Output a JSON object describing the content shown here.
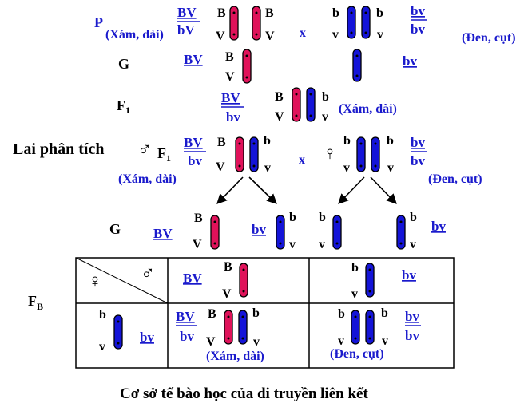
{
  "parents": {
    "label": "P",
    "female": {
      "genotype_top": "BV",
      "genotype_bottom": "bV",
      "phenotype": "(Xám, dài)",
      "alleles": [
        "B",
        "V",
        "B",
        "V"
      ]
    },
    "cross": "x",
    "male": {
      "genotype_top": "bv",
      "genotype_bottom": "bv",
      "phenotype": "(Đen, cụt)",
      "alleles": [
        "b",
        "v",
        "b",
        "v"
      ]
    }
  },
  "gametes_p": {
    "label": "G",
    "left": {
      "genotype": "BV",
      "alleles": [
        "B",
        "V"
      ]
    },
    "right": {
      "genotype": "bv"
    }
  },
  "f1": {
    "label": "F",
    "label_sub": "1",
    "genotype_top": "BV",
    "genotype_bottom": "bv",
    "phenotype": "(Xám, dài)",
    "alleles": [
      "B",
      "V",
      "b",
      "v"
    ]
  },
  "test_cross": {
    "title": "Lai phân tích",
    "male_symbol": "♂",
    "f1_label": "F",
    "f1_sub": "1",
    "male": {
      "genotype_top": "BV",
      "genotype_bottom": "bv",
      "phenotype": "(Xám, dài)",
      "alleles": [
        "B",
        "V",
        "b",
        "v"
      ]
    },
    "cross": "x",
    "female_symbol": "♀",
    "female": {
      "genotype_top": "bv",
      "genotype_bottom": "bv",
      "phenotype": "(Đen, cụt)",
      "alleles": [
        "b",
        "v",
        "b",
        "v"
      ]
    }
  },
  "gametes_test": {
    "label": "G",
    "g1": {
      "genotype": "BV",
      "alleles": [
        "B",
        "V"
      ]
    },
    "g2": {
      "genotype": "bv",
      "alleles": [
        "b",
        "v"
      ]
    },
    "g3": {
      "alleles": [
        "b",
        "v"
      ]
    },
    "g4": {
      "genotype": "bv",
      "alleles": [
        "b",
        "v"
      ]
    }
  },
  "fb": {
    "label": "F",
    "label_sub": "B",
    "header": {
      "female_symbol": "♀",
      "male_symbol": "♂",
      "col1_genotype": "BV",
      "col1_alleles": [
        "B",
        "V"
      ],
      "col2_genotype": "bv",
      "col2_alleles": [
        "b",
        "v"
      ]
    },
    "row": {
      "genotype": "bv",
      "alleles": [
        "b",
        "v"
      ]
    },
    "cell1": {
      "genotype_top": "BV",
      "genotype_bottom": "bv",
      "phenotype": "(Xám, dài)",
      "alleles": [
        "B",
        "V",
        "b",
        "v"
      ]
    },
    "cell2": {
      "genotype_top": "bv",
      "genotype_bottom": "bv",
      "phenotype": "(Đen, cụt)",
      "alleles": [
        "b",
        "v",
        "b",
        "v"
      ]
    }
  },
  "caption": "Cơ sở tế bào học của di truyền liên kết",
  "colors": {
    "red_chromosome": "#e0125a",
    "blue_chromosome": "#1414d8",
    "label_blue": "#1a1acc",
    "text": "#000000"
  }
}
